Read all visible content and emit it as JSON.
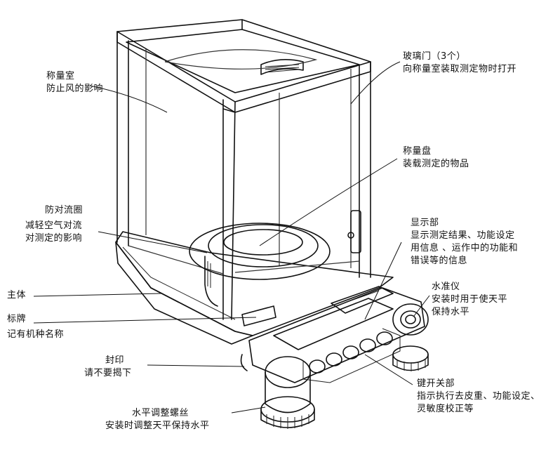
{
  "callouts": {
    "chamber": {
      "lines": [
        "称量室",
        "防止风的影响"
      ]
    },
    "glass_doors": {
      "lines": [
        "玻璃门（3个）",
        "向称量室装取测定物时打开"
      ]
    },
    "pan": {
      "lines": [
        "称量盘",
        "装载测定的物品"
      ]
    },
    "draft_ring": {
      "lines": [
        "防对流圈",
        "减轻空气对流",
        "对测定的影响"
      ]
    },
    "display": {
      "lines": [
        "显示部",
        "显示测定结果、功能设定",
        "用信息 、运作中的功能和",
        "错误等的信息"
      ]
    },
    "body": {
      "lines": [
        "主体"
      ]
    },
    "level": {
      "lines": [
        "水准仪",
        "安装时用于使天平",
        "保持水平"
      ]
    },
    "nameplate": {
      "lines": [
        "标牌",
        "记有机种名称"
      ]
    },
    "seal": {
      "lines": [
        "封印",
        "请不要揭下"
      ]
    },
    "keys": {
      "lines": [
        "键开关部",
        "指示执行去皮重、功能设定、",
        "灵敏度校正等"
      ]
    },
    "leveling_screw": {
      "lines": [
        "水平调整螺丝",
        "安装时调整天平保持水平"
      ]
    }
  },
  "icons": {
    "balance_illustration": "analytical-balance-line-drawing"
  }
}
